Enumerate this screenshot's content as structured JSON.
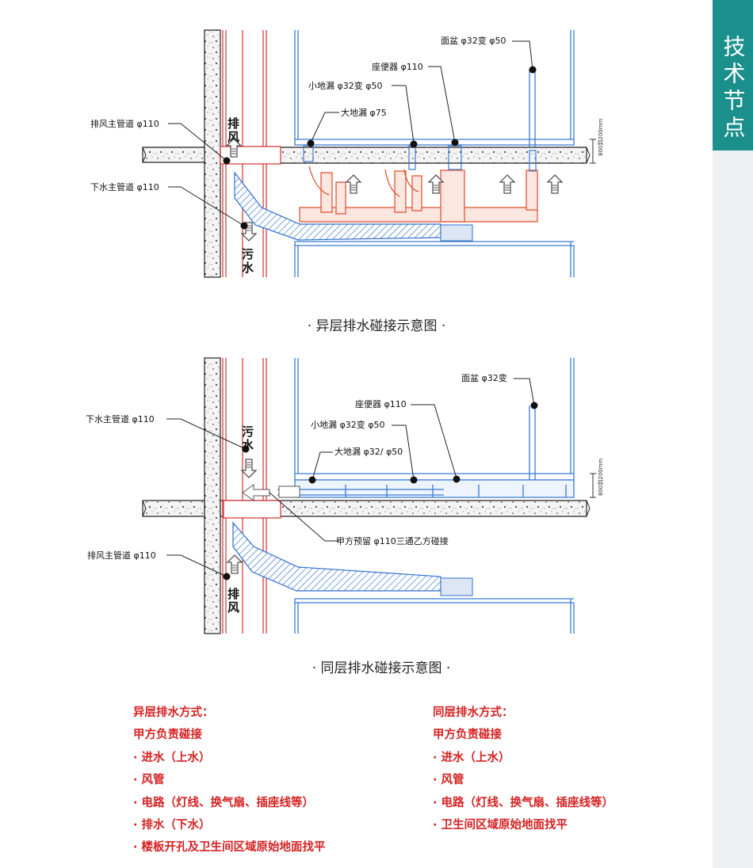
{
  "sidebar": {
    "title": "技术节点"
  },
  "diagram_top": {
    "caption": "· 异层排水碰接示意图 ·",
    "labels": {
      "basin": "面盆 φ32变 φ50",
      "toilet": "座便器 φ110",
      "small_drain": "小地漏 φ32变 φ50",
      "big_drain": "大地漏 φ75",
      "exhaust_main": "排风主管道 φ110",
      "sewer_main": "下水主管道 φ110",
      "exhaust_word": "排风",
      "sewage_word": "污水",
      "dim": "800到200mm"
    }
  },
  "diagram_bottom": {
    "caption": "· 同层排水碰接示意图 ·",
    "labels": {
      "basin": "面盆 φ32变",
      "toilet": "座便器 φ110",
      "small_drain": "小地漏 φ32变 φ50",
      "big_drain": "大地漏 φ32/ φ50",
      "sewer_main": "下水主管道 φ110",
      "exhaust_main": "排风主管道 φ110",
      "tee": "甲方预留 φ110三通乙方碰接",
      "sewage_word": "污水",
      "exhaust_word": "排风",
      "dim": "800到200mm"
    }
  },
  "notes_left": {
    "title": "异层排水方式：",
    "items": [
      "甲方负责碰接",
      "· 进水（上水）",
      "· 风管",
      "· 电路（灯线、换气扇、插座线等）",
      "· 排水（下水）",
      "· 楼板开孔及卫生间区域原始地面找平"
    ]
  },
  "notes_right": {
    "title": "同层排水方式：",
    "items": [
      "甲方负责碰接",
      "· 进水（上水）",
      "· 风管",
      "· 电路（灯线、换气扇、插座线等）",
      "· 卫生间区域原始地面找平"
    ]
  }
}
